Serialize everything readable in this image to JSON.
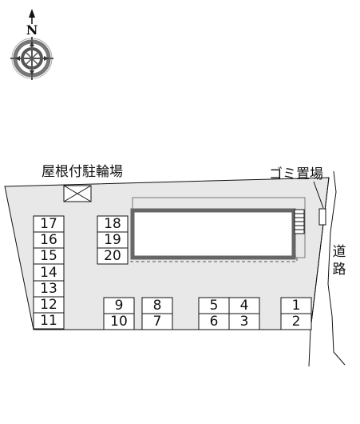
{
  "compass": {
    "north_label": "N"
  },
  "labels": {
    "bicycle_parking": "屋根付駐輪場",
    "garbage_area": "ゴミ置場",
    "road": [
      "道",
      "路"
    ]
  },
  "parking_spaces": {
    "left_column": [
      "17",
      "16",
      "15",
      "14",
      "13",
      "12",
      "11"
    ],
    "middle_column": [
      "18",
      "19",
      "20"
    ],
    "bottom_rows": [
      {
        "top": "9",
        "bottom": "10"
      },
      {
        "top": "8",
        "bottom": "7"
      },
      {
        "top": "5",
        "bottom": "6"
      },
      {
        "top": "4",
        "bottom": "3"
      },
      {
        "top": "1",
        "bottom": "2"
      }
    ]
  },
  "colors": {
    "lot_fill": "#e8e8e8",
    "building_border": "#666666",
    "line": "#111111"
  }
}
